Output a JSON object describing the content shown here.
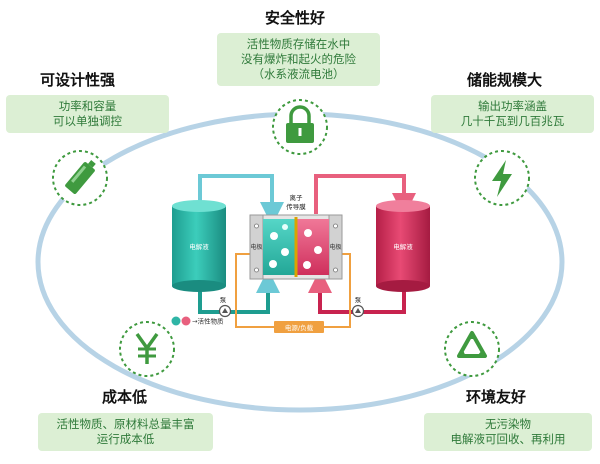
{
  "features": {
    "safety": {
      "title": "安全性好",
      "lines": [
        "活性物质存储在水中",
        "没有爆炸和起火的危险",
        "（水系液流电池）"
      ],
      "icon": "lock-icon"
    },
    "design": {
      "title": "可设计性强",
      "lines": [
        "功率和容量",
        "可以单独调控"
      ],
      "icon": "battery-icon"
    },
    "scale": {
      "title": "储能规模大",
      "lines": [
        "输出功率涵盖",
        "几十千瓦到几百兆瓦"
      ],
      "icon": "lightning-icon"
    },
    "cost": {
      "title": "成本低",
      "lines": [
        "活性物质、原材料总量丰富",
        "运行成本低"
      ],
      "icon": "yuan-icon"
    },
    "eco": {
      "title": "环境友好",
      "lines": [
        "无污染物",
        "电解液可回收、再利用"
      ],
      "icon": "recycle-icon"
    }
  },
  "battery": {
    "left_tank_label": "电解液",
    "right_tank_label": "电解液",
    "left_electrode_label": "电极",
    "right_electrode_label": "电极",
    "membrane_label_1": "离子",
    "membrane_label_2": "传导膜",
    "left_pump_label": "泵",
    "right_pump_label": "泵",
    "power_label": "电源/负载",
    "legend_label": "→活性物质"
  },
  "colors": {
    "green": "#3f9a3f",
    "teal": "#2fb5a6",
    "crimson": "#d3305c",
    "ellipse": "#b7d3e6",
    "orange": "#f0a040",
    "box_bg": "#dcefd4"
  }
}
